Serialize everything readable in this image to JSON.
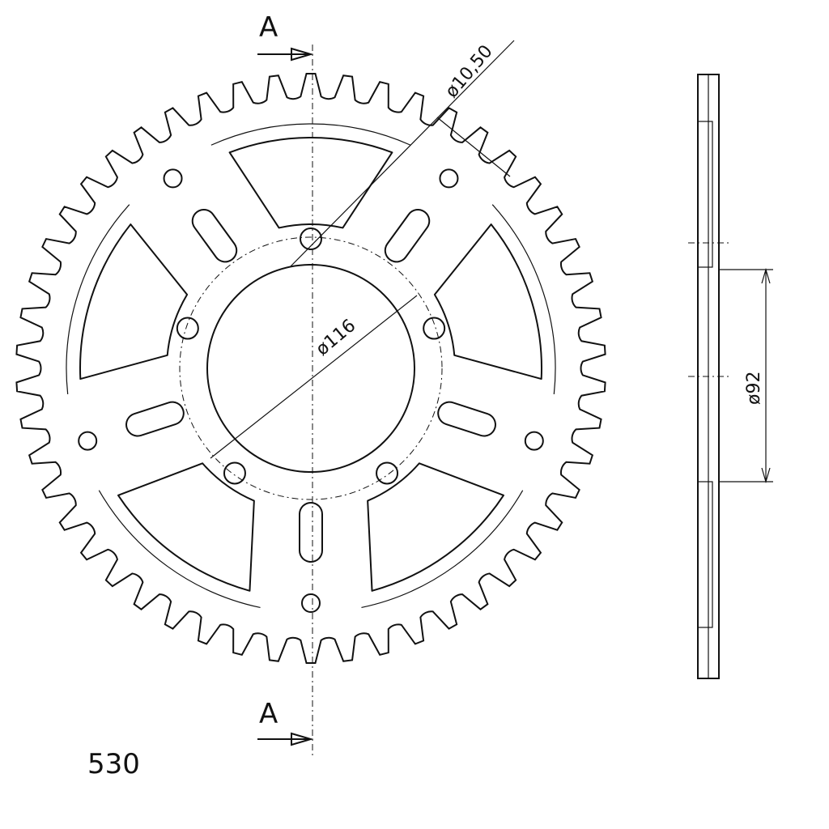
{
  "section_marks": {
    "top_label": "A",
    "bottom_label": "A"
  },
  "dimensions": {
    "bolt_hole_diameter": "ø10,50",
    "center_bore_diameter": "ø116",
    "side_view_diameter": "ø92"
  },
  "chain_size": "530",
  "sprocket": {
    "teeth": 50,
    "bolt_holes": 5,
    "windows": 5,
    "outer_holes": 5
  }
}
